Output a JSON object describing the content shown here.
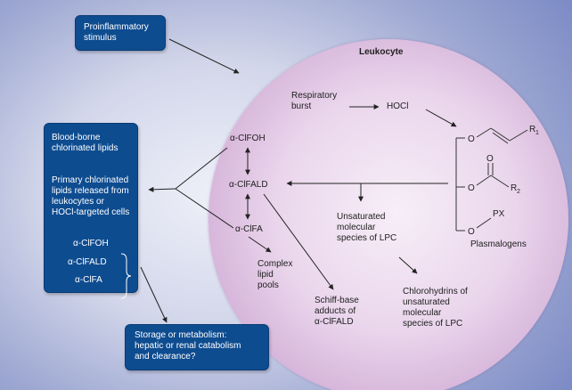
{
  "proinflammatory": "Proinflammatory\nstimulus",
  "leukocyte": "Leukocyte",
  "respiratory_burst": "Respiratory\nburst",
  "hocl": "HOCl",
  "blood_borne": "Blood-borne\nchlorinated lipids",
  "primary_released": "Primary chlorinated\nlipids released from\nleukocytes or\nHOCl-targeted cells",
  "list": [
    "α-ClFOH",
    "α-ClFALD",
    "α-ClFA"
  ],
  "inner_clfoh": "α-ClFOH",
  "inner_clfald": "α-ClFALD",
  "inner_clfa": "α-ClFA",
  "unsat_lpc": "Unsaturated\nmolecular\nspecies of LPC",
  "plasmalogens": "Plasmalogens",
  "complex_pools": "Complex\nlipid\npools",
  "schiff": "Schiff-base\nadducts of\nα-ClFALD",
  "chlorohydrins": "Chlorohydrins of\nunsaturated\nmolecular\nspecies of LPC",
  "storage": "Storage or metabolism:\nhepatic or renal catabolism\nand clearance?",
  "chem": {
    "o": "O",
    "r1": "R",
    "r1_sub": "1",
    "r2": "R",
    "r2_sub": "2",
    "px": "PX"
  },
  "colors": {
    "box": "#0e4c90",
    "cell": "#ead6ec",
    "background": "#8f9ccc"
  }
}
